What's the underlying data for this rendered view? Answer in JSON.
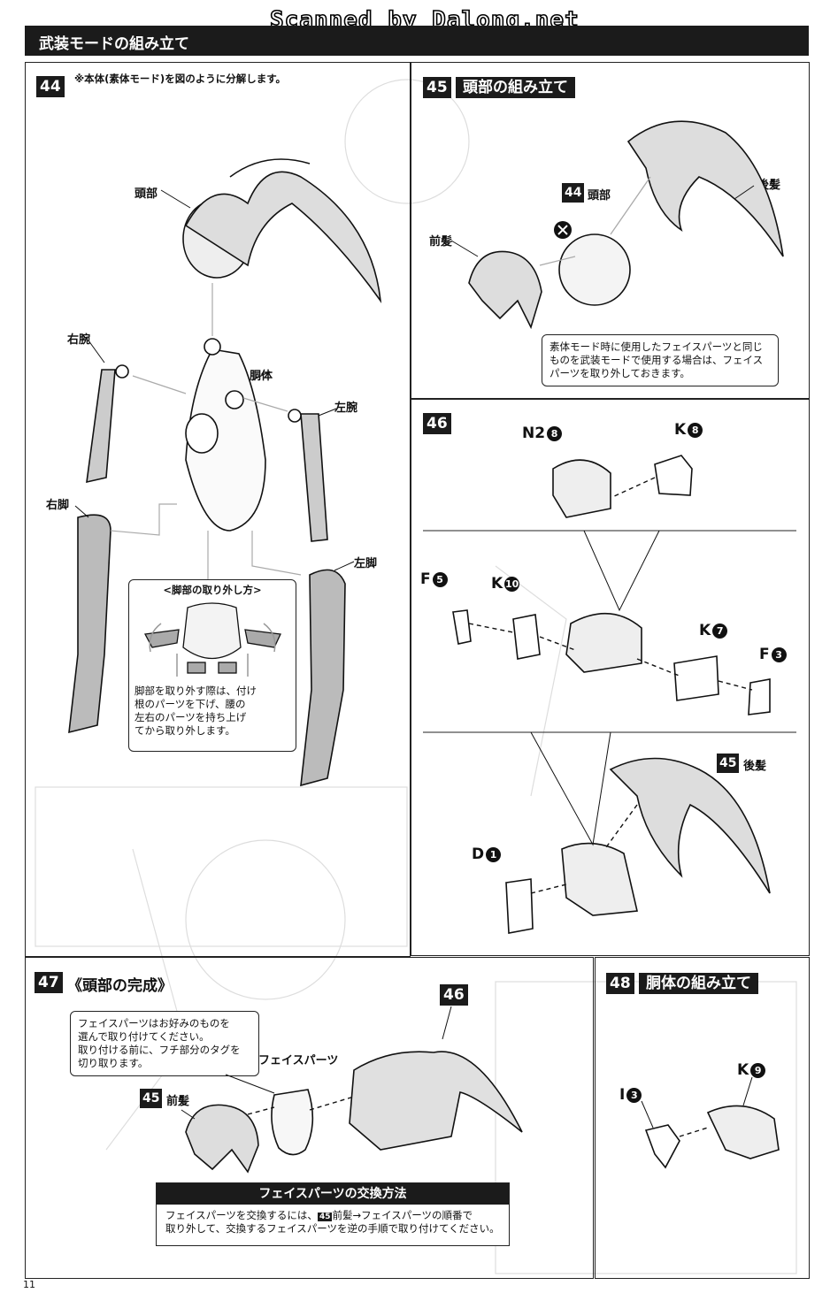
{
  "watermark": "Scanned by Dalong.net",
  "header": {
    "title": "武装モードの組み立て"
  },
  "page_number": "11",
  "step44": {
    "number": "44",
    "note": "※本体(素体モード)を図のように分解します。",
    "labels": {
      "head": "頭部",
      "torso": "胴体",
      "right_arm": "右腕",
      "left_arm": "左腕",
      "right_leg": "右脚",
      "left_leg": "左脚"
    },
    "callout": {
      "title": "<脚部の取り外し方>",
      "lines": [
        "脚部を取り外す際は、付け",
        "根のパーツを下げ、腰の",
        "左右のパーツを持ち上げ",
        "てから取り外します。"
      ]
    }
  },
  "step45": {
    "number": "45",
    "title": "頭部の組み立て",
    "ref_number": "44",
    "labels": {
      "head": "頭部",
      "front_hair": "前髪",
      "back_hair": "後髪"
    },
    "note_lines": [
      "素体モード時に使用したフェイスパーツと同じ",
      "ものを武装モードで使用する場合は、フェイス",
      "パーツを取り外しておきます。"
    ]
  },
  "step46": {
    "number": "46",
    "parts": [
      {
        "letter": "N2",
        "num": "8"
      },
      {
        "letter": "K",
        "num": "8"
      },
      {
        "letter": "F",
        "num": "5"
      },
      {
        "letter": "K",
        "num": "10"
      },
      {
        "letter": "K",
        "num": "7"
      },
      {
        "letter": "F",
        "num": "3"
      },
      {
        "letter": "D",
        "num": "1"
      }
    ],
    "ref": {
      "num": "45",
      "label": "後髪"
    }
  },
  "step47": {
    "number": "47",
    "title": "《頭部の完成》",
    "ref46": "46",
    "callout_lines": [
      "フェイスパーツはお好みのものを",
      "選んで取り付けてください。",
      "取り付ける前に、フチ部分のタグを",
      "切り取ります。"
    ],
    "face_label": "フェイスパーツ",
    "front_ref": {
      "num": "45",
      "label": "前髪"
    },
    "box": {
      "title": "フェイスパーツの交換方法",
      "line1_pre": "フェイスパーツを交換するには、",
      "line1_ref": "45",
      "line1_post": "前髪→フェイスパーツの順番で",
      "line2": "取り外して、交換するフェイスパーツを逆の手順で取り付けてください。"
    }
  },
  "step48": {
    "number": "48",
    "title": "胴体の組み立て",
    "parts": [
      {
        "letter": "I",
        "num": "3"
      },
      {
        "letter": "K",
        "num": "9"
      }
    ]
  }
}
